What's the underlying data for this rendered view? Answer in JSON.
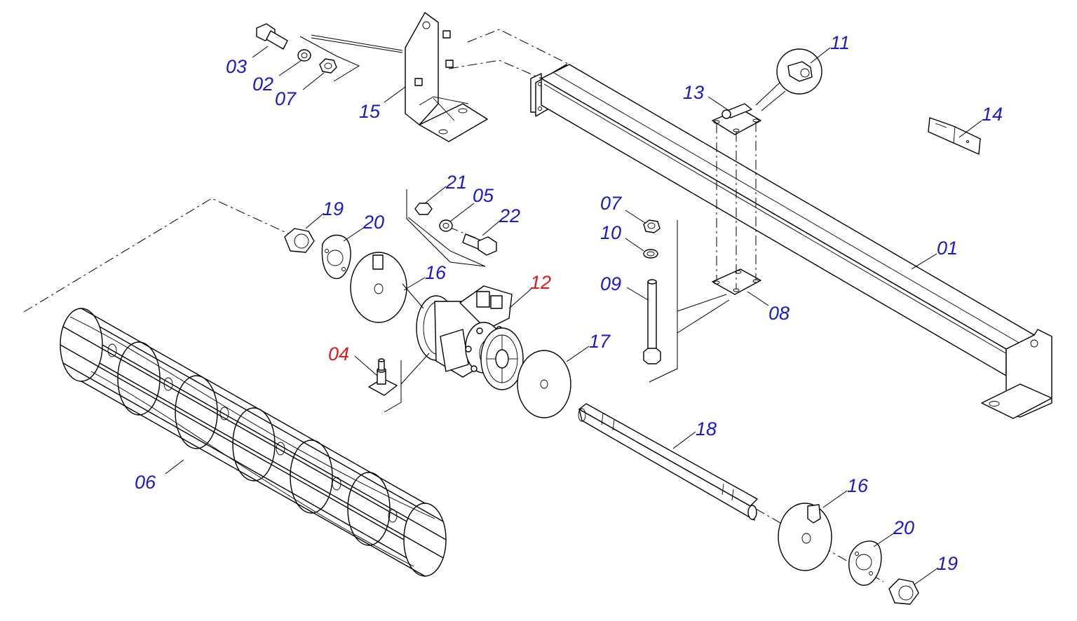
{
  "colors": {
    "label_default": "#1a1acc",
    "label_highlight": "#e01a1a",
    "line": "#000000",
    "background": "#ffffff"
  },
  "labels": {
    "p01": "01",
    "p02": "02",
    "p03": "03",
    "p04": "04",
    "p05": "05",
    "p06": "06",
    "p07_top": "07",
    "p07_mid": "07",
    "p08": "08",
    "p09": "09",
    "p10": "10",
    "p11": "11",
    "p12": "12",
    "p13": "13",
    "p14": "14",
    "p15": "15",
    "p16_left": "16",
    "p16_right": "16",
    "p17": "17",
    "p18": "18",
    "p19_left": "19",
    "p19_right": "19",
    "p20_left": "20",
    "p20_right": "20",
    "p21": "21",
    "p22": "22"
  },
  "highlighted_parts": [
    "04",
    "12"
  ]
}
